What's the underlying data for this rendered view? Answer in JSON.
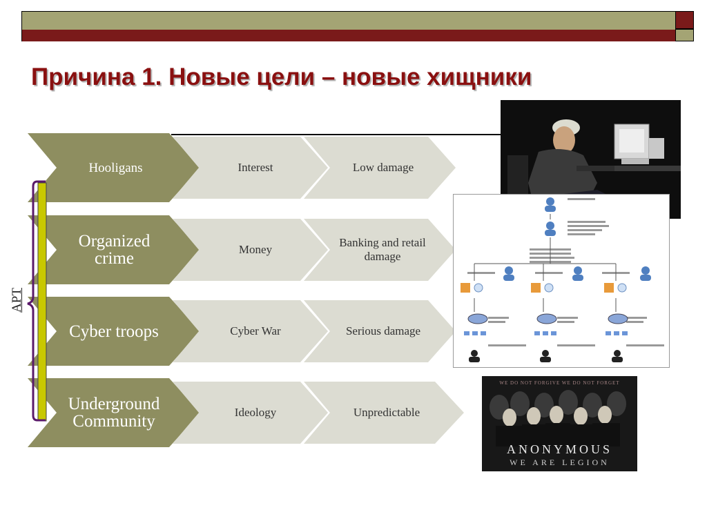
{
  "slide": {
    "title": "Причина 1. Новые цели – новые хищники",
    "bracket_label": "APT"
  },
  "rows": [
    {
      "actor": "Hooligans",
      "motive": "Interest",
      "impact": "Low damage"
    },
    {
      "actor": "Organized crime",
      "motive": "Money",
      "impact": "Banking and retail damage"
    },
    {
      "actor": "Cyber troops",
      "motive": "Cyber War",
      "impact": "Serious damage"
    },
    {
      "actor": "Underground Community",
      "motive": "Ideology",
      "impact": "Unpredictable"
    }
  ],
  "images": {
    "anonymous_title": "ANONYMOUS",
    "anonymous_subtitle": "WE ARE LEGION",
    "anonymous_top": "WE DO NOT FORGIVE      WE DO NOT FORGET"
  },
  "colors": {
    "dark_chevron": "#8e8e60",
    "light_chevron": "#dcdcd2",
    "title": "#8a1010",
    "bracket": "#c8c800",
    "bar_olive": "#a4a474",
    "bar_red": "#7a1a1a"
  }
}
